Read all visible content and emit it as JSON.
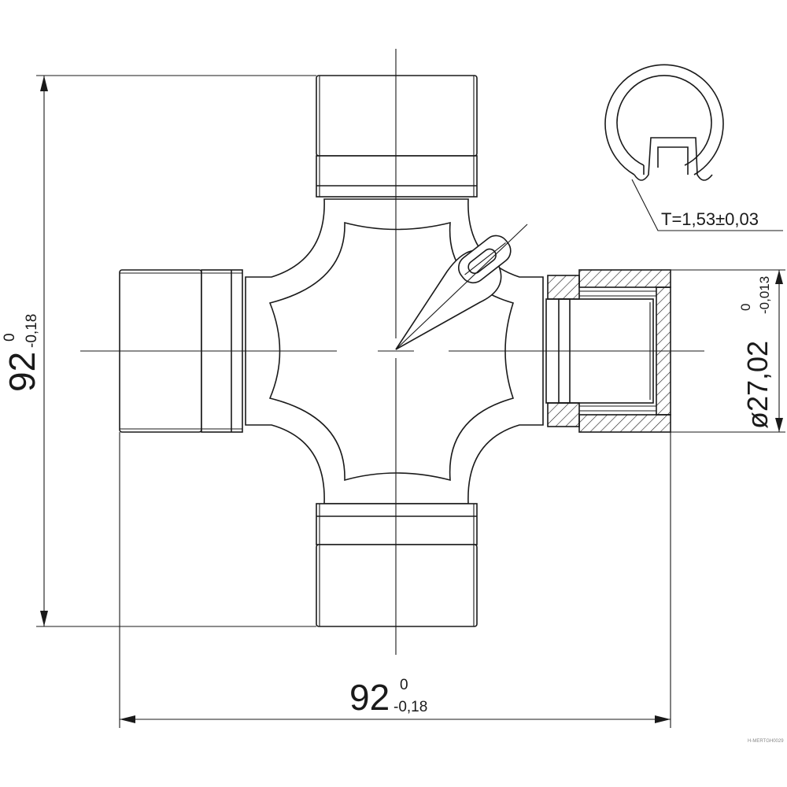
{
  "dimensions": {
    "width": {
      "nominal": "92",
      "upper": "0",
      "lower": "-0,18"
    },
    "height": {
      "nominal": "92",
      "upper": "0",
      "lower": "-0,18"
    },
    "cap_diameter": {
      "nominal": "ø27,02",
      "upper": "0",
      "lower": "-0,013"
    }
  },
  "annotations": {
    "circlip_thickness": "T=1,53±0,03"
  },
  "watermark": "H-MERTGH0029"
}
